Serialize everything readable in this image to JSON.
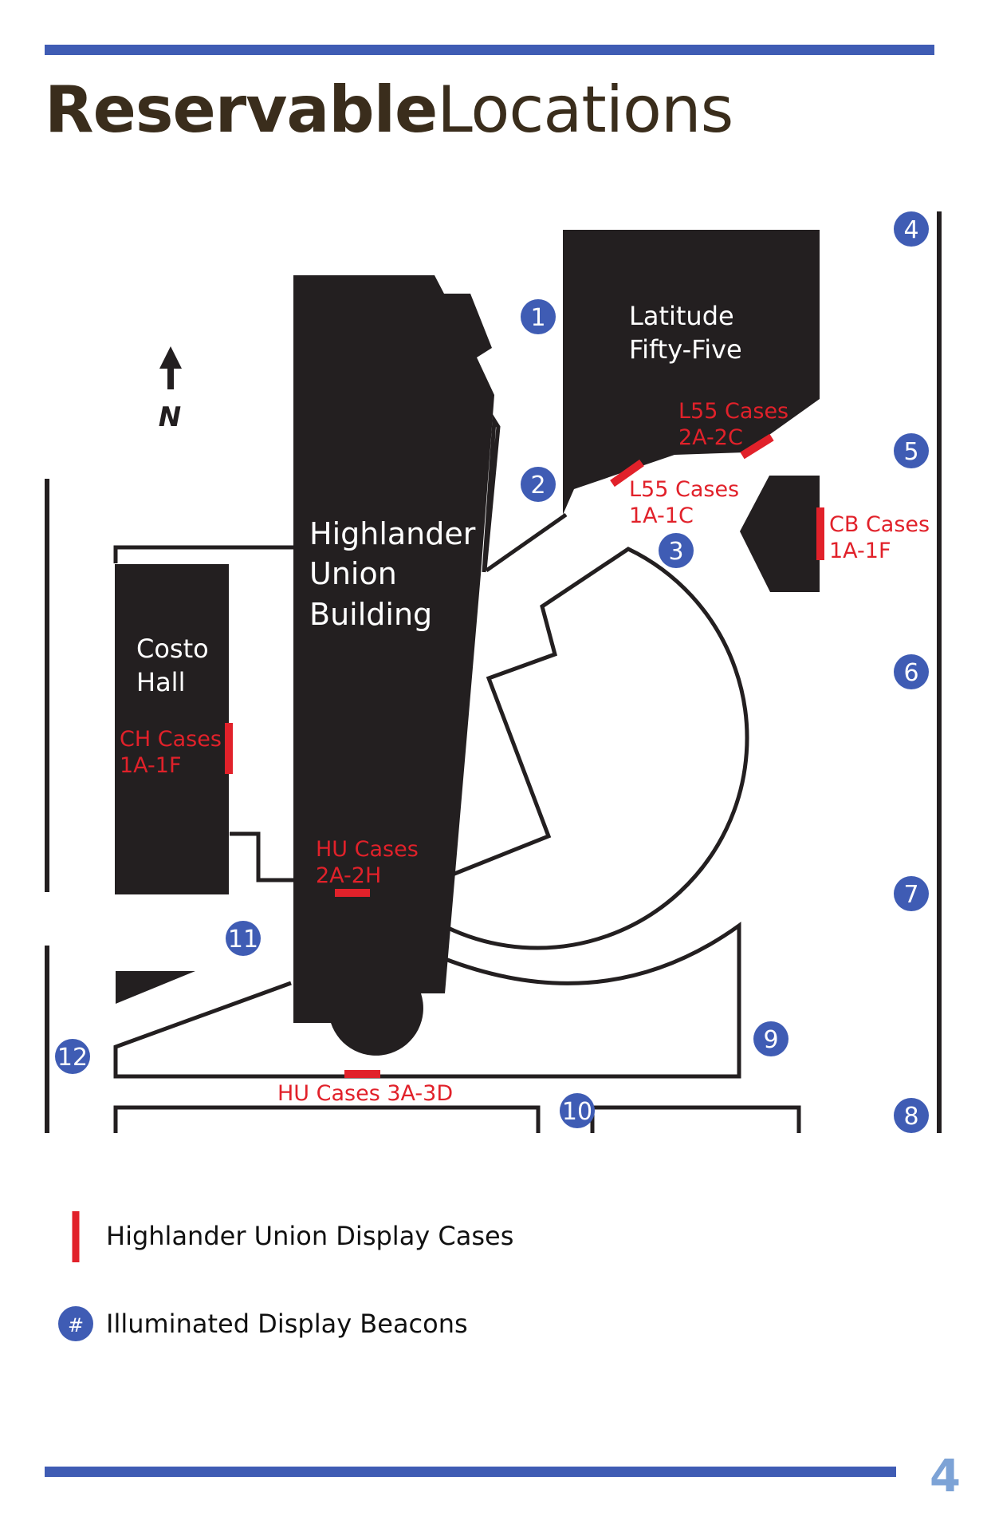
{
  "page": {
    "title_bold": "Reservable",
    "title_regular": "Locations",
    "page_number": "4"
  },
  "colors": {
    "accent_bar": "#3f5cb4",
    "building": "#231f20",
    "display_case": "#e1212a",
    "beacon": "#3f5cb4",
    "page_number": "#7da3d6",
    "title": "#3a2d1c"
  },
  "compass": {
    "label": "N",
    "icon": "north-arrow-icon"
  },
  "buildings": {
    "latitude": [
      "Latitude",
      "Fifty-Five"
    ],
    "highlander": [
      "Highlander",
      "Union",
      "Building"
    ],
    "costo": [
      "Costo",
      "Hall"
    ]
  },
  "cases": {
    "l55_2a": [
      "L55 Cases",
      "2A-2C"
    ],
    "l55_1a": [
      "L55 Cases",
      "1A-1C"
    ],
    "cb": [
      "CB Cases",
      "1A-1F"
    ],
    "ch": [
      "CH Cases",
      "1A-1F"
    ],
    "hu_2a": [
      "HU Cases",
      "2A-2H"
    ],
    "hu_3a": "HU Cases 3A-3D"
  },
  "beacons": [
    "1",
    "2",
    "3",
    "4",
    "5",
    "6",
    "7",
    "8",
    "9",
    "10",
    "11",
    "12"
  ],
  "legend": {
    "cases_label": "Highlander Union Display Cases",
    "beacon_symbol": "#",
    "beacons_label": "Illuminated Display Beacons"
  }
}
